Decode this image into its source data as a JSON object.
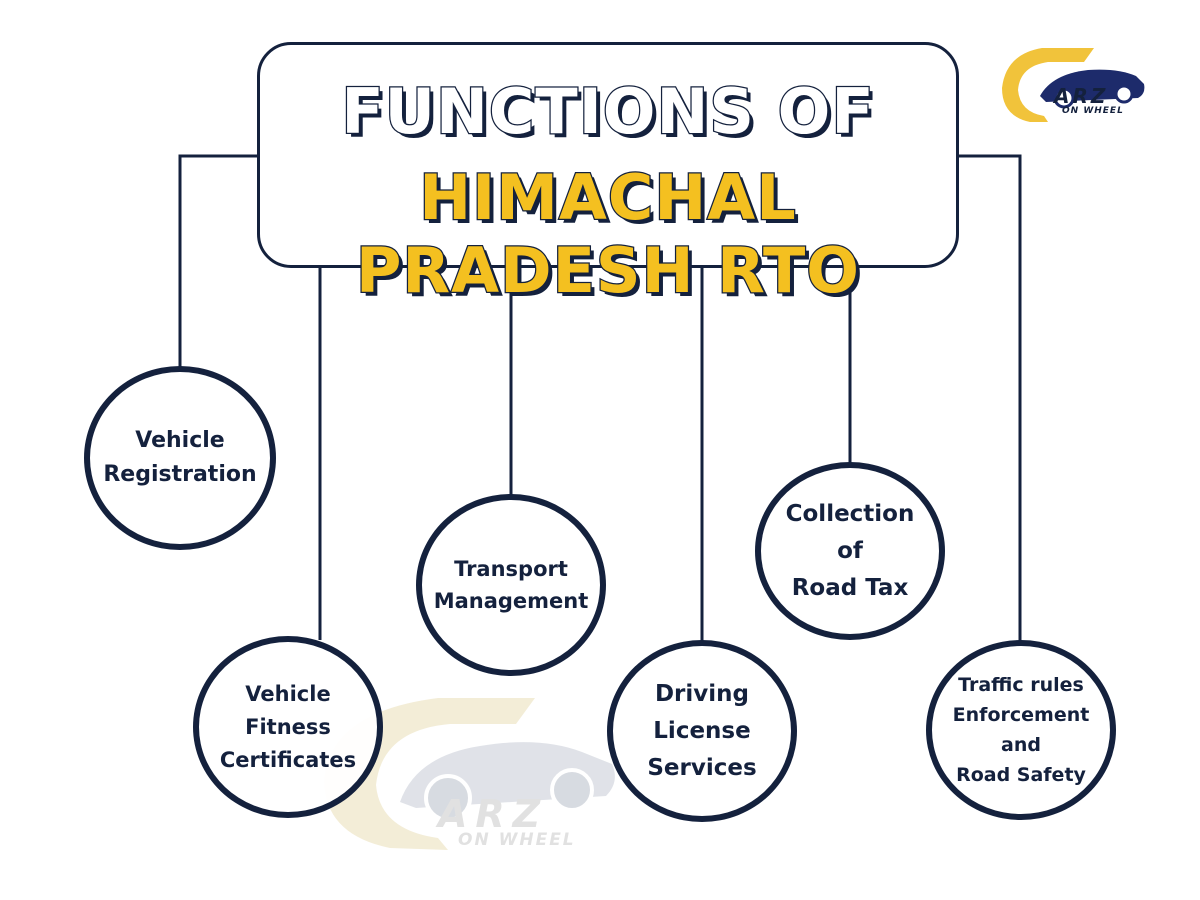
{
  "title": {
    "line1": "FUNCTIONS OF",
    "line2": "HIMACHAL PRADESH RTO"
  },
  "colors": {
    "navy": "#14213d",
    "accent_yellow": "#f4c020",
    "background": "#ffffff"
  },
  "functions": [
    {
      "id": "vr",
      "label": "Vehicle\nRegistration"
    },
    {
      "id": "vfc",
      "label": "Vehicle\nFitness\nCertificates"
    },
    {
      "id": "tm",
      "label": "Transport\nManagement"
    },
    {
      "id": "dls",
      "label": "Driving\nLicense\nServices"
    },
    {
      "id": "crt",
      "label": "Collection\nof\nRoad Tax"
    },
    {
      "id": "tre",
      "label": "Traffic rules\nEnforcement\nand\nRoad Safety"
    }
  ],
  "logo": {
    "brand": "ARZ",
    "tagline": "ON WHEEL",
    "icon": "car-icon"
  },
  "watermark": {
    "brand": "ARZ",
    "tagline": "ON WHEEL",
    "icon": "car-icon"
  }
}
